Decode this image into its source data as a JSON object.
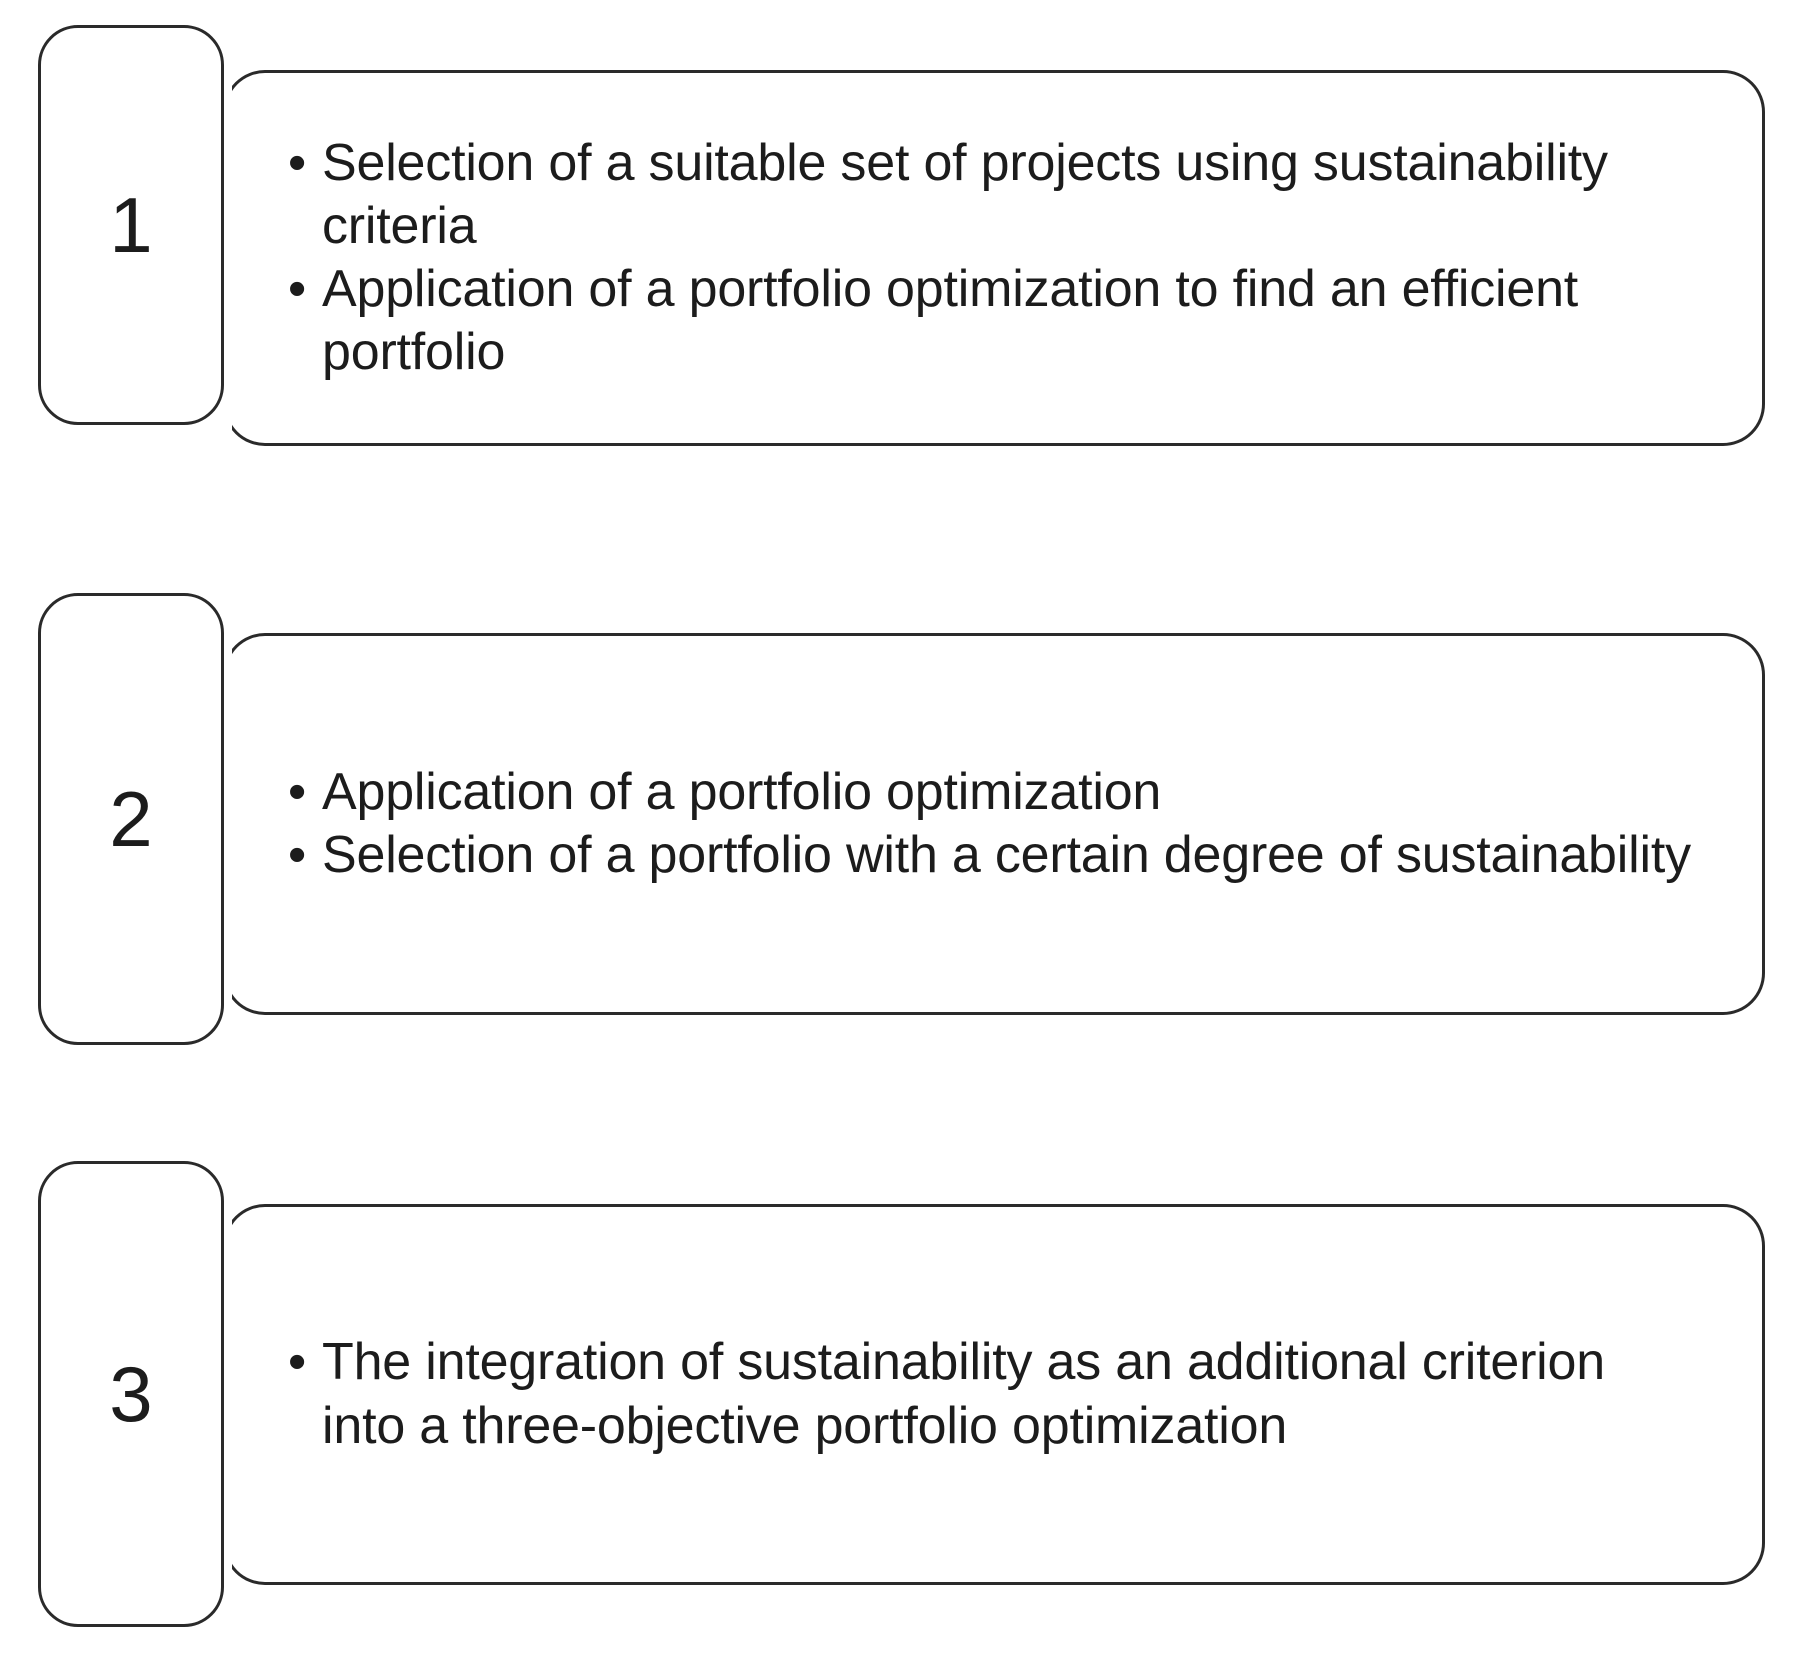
{
  "diagram": {
    "type": "three-step-numbered-list",
    "background_color": "#ffffff",
    "border_color": "#2a2a2a",
    "text_color": "#1c1c1c",
    "bullet_glyph": "•",
    "steps": [
      {
        "number": "1",
        "bullets": [
          "Selection of a suitable set of projects using sustainability criteria",
          "Application of a portfolio optimization to find an efficient portfolio"
        ]
      },
      {
        "number": "2",
        "bullets": [
          "Application of a portfolio optimization",
          "Selection of a portfolio with a certain degree of sustainability"
        ]
      },
      {
        "number": "3",
        "bullets": [
          "The integration of sustainability as an additional criterion into a three-objective portfolio optimization"
        ]
      }
    ]
  }
}
